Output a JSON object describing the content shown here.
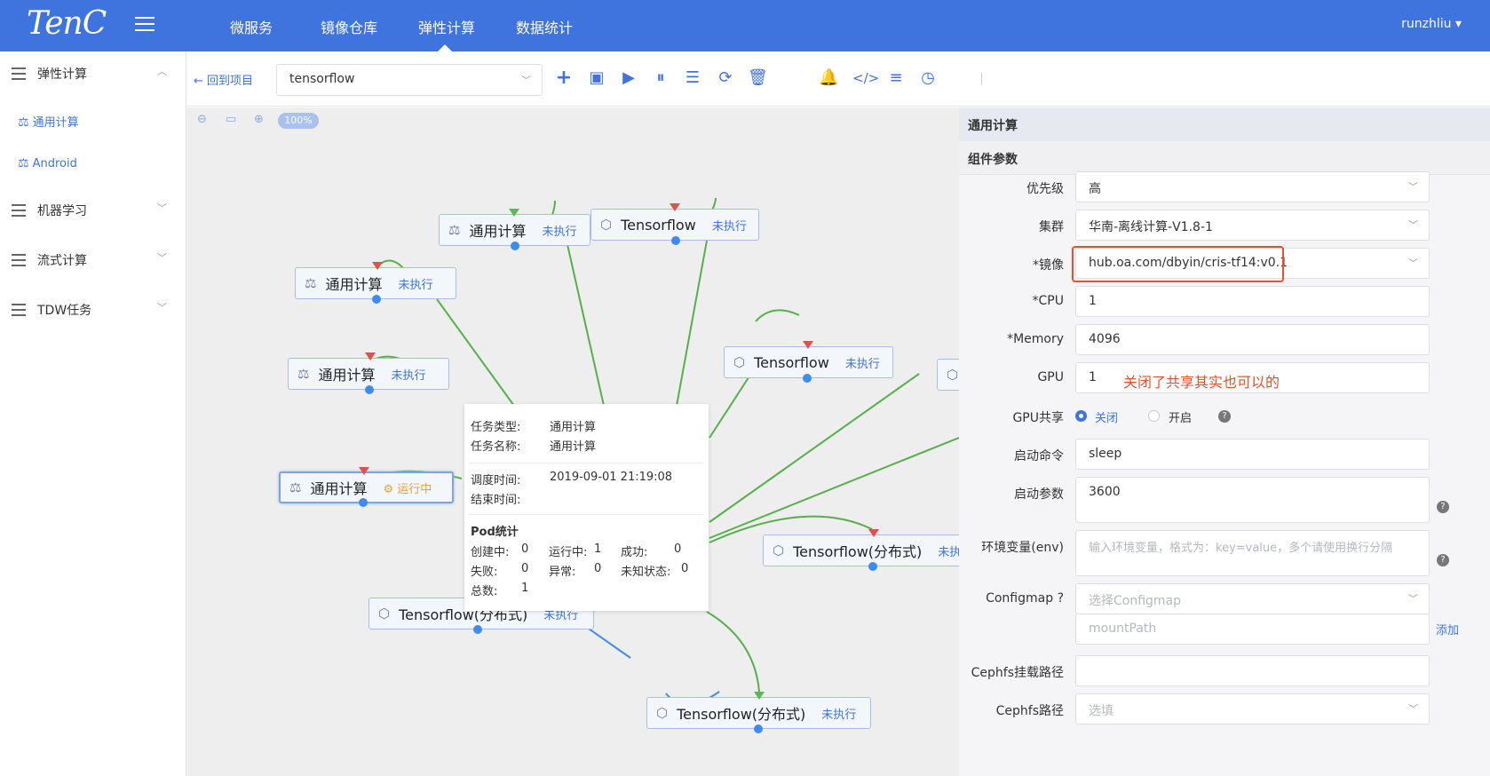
{
  "topbar": {
    "logo": "TenC",
    "nav": [
      "微服务",
      "镜像仓库",
      "弹性计算",
      "数据统计"
    ],
    "user": "runzhliu ▾"
  },
  "sidebar": {
    "groups": [
      {
        "label": "弹性计算",
        "chevron": "up"
      },
      {
        "label": "机器学习",
        "chevron": "down"
      },
      {
        "label": "流式计算",
        "chevron": "down"
      },
      {
        "label": "TDW任务",
        "chevron": "down"
      }
    ],
    "sub_items": [
      "通用计算",
      "Android"
    ]
  },
  "toolbar": {
    "back": "← 回到项目",
    "project": "tensorflow",
    "icons": [
      "plus-icon",
      "save-icon",
      "play-icon",
      "pause-icon",
      "list-icon",
      "refresh-icon",
      "delete-icon",
      "bell-icon",
      "code-icon",
      "sliders-icon",
      "clock-icon"
    ]
  },
  "canvas": {
    "zoom": "100%",
    "nodes": [
      {
        "icon": "scale",
        "title": "通用计算",
        "status": "未执行"
      },
      {
        "icon": "hex",
        "title": "Tensorflow",
        "status": "未执行"
      },
      {
        "icon": "scale",
        "title": "通用计算",
        "status": "未执行"
      },
      {
        "icon": "hex",
        "title": "Tensorflow",
        "status": "未执行"
      },
      {
        "icon": "scale",
        "title": "通用计算",
        "status": "未执行"
      },
      {
        "icon": "scale",
        "title": "通用计算",
        "status": "⚙ 运行中"
      },
      {
        "icon": "hex",
        "title": "Tensorflow(分布式)",
        "status": "未执"
      },
      {
        "icon": "hex",
        "title": "Tensorflow(分布式)",
        "status": "未执行"
      },
      {
        "icon": "hex",
        "title": "Tensorflow(分布式)",
        "status": "未执行"
      }
    ],
    "tooltip": {
      "task_type_label": "任务类型:",
      "task_type": "通用计算",
      "task_name_label": "任务名称:",
      "task_name": "通用计算",
      "sched_label": "调度时间:",
      "sched": "2019-09-01 21:19:08",
      "end_label": "结束时间:",
      "end": "",
      "pod_title": "Pod统计",
      "creating_label": "创建中:",
      "creating": "0",
      "running_label": "运行中:",
      "running": "1",
      "success_label": "成功:",
      "success": "0",
      "failed_label": "失败:",
      "failed": "0",
      "abnormal_label": "异常:",
      "abnormal": "0",
      "unknown_label": "未知状态:",
      "unknown": "0",
      "total_label": "总数:",
      "total": "1"
    }
  },
  "panel": {
    "title": "通用计算",
    "subtitle": "组件参数",
    "fields": {
      "priority": {
        "label": "优先级",
        "value": "高"
      },
      "cluster": {
        "label": "集群",
        "value": "华南-离线计算-V1.8-1"
      },
      "image": {
        "label": "*镜像",
        "value": "hub.oa.com/dbyin/cris-tf14:v0.1"
      },
      "cpu": {
        "label": "*CPU",
        "value": "1"
      },
      "memory": {
        "label": "*Memory",
        "value": "4096"
      },
      "gpu": {
        "label": "GPU",
        "value": "1"
      },
      "gpu_share": {
        "label": "GPU共享",
        "off": "关闭",
        "on": "开启"
      },
      "cmd": {
        "label": "启动命令",
        "value": "sleep"
      },
      "args": {
        "label": "启动参数",
        "value": "3600"
      },
      "env": {
        "label": "环境变量(env)",
        "placeholder": "输入环境变量，格式为：key=value，多个请使用换行分隔"
      },
      "configmap": {
        "label": "Configmap ?",
        "placeholder": "选择Configmap",
        "mount_placeholder": "mountPath",
        "add": "添加"
      },
      "cephfs_mount": {
        "label": "Cephfs挂载路径",
        "value": ""
      },
      "cephfs_path": {
        "label": "Cephfs路径",
        "placeholder": "选填"
      }
    },
    "gpu_note": "关闭了共享其实也可以的"
  },
  "colors": {
    "primary": "#3f74de",
    "annotation": "#e5502e",
    "edge_green": "#55b04a",
    "edge_blue": "#3f8cf0"
  }
}
